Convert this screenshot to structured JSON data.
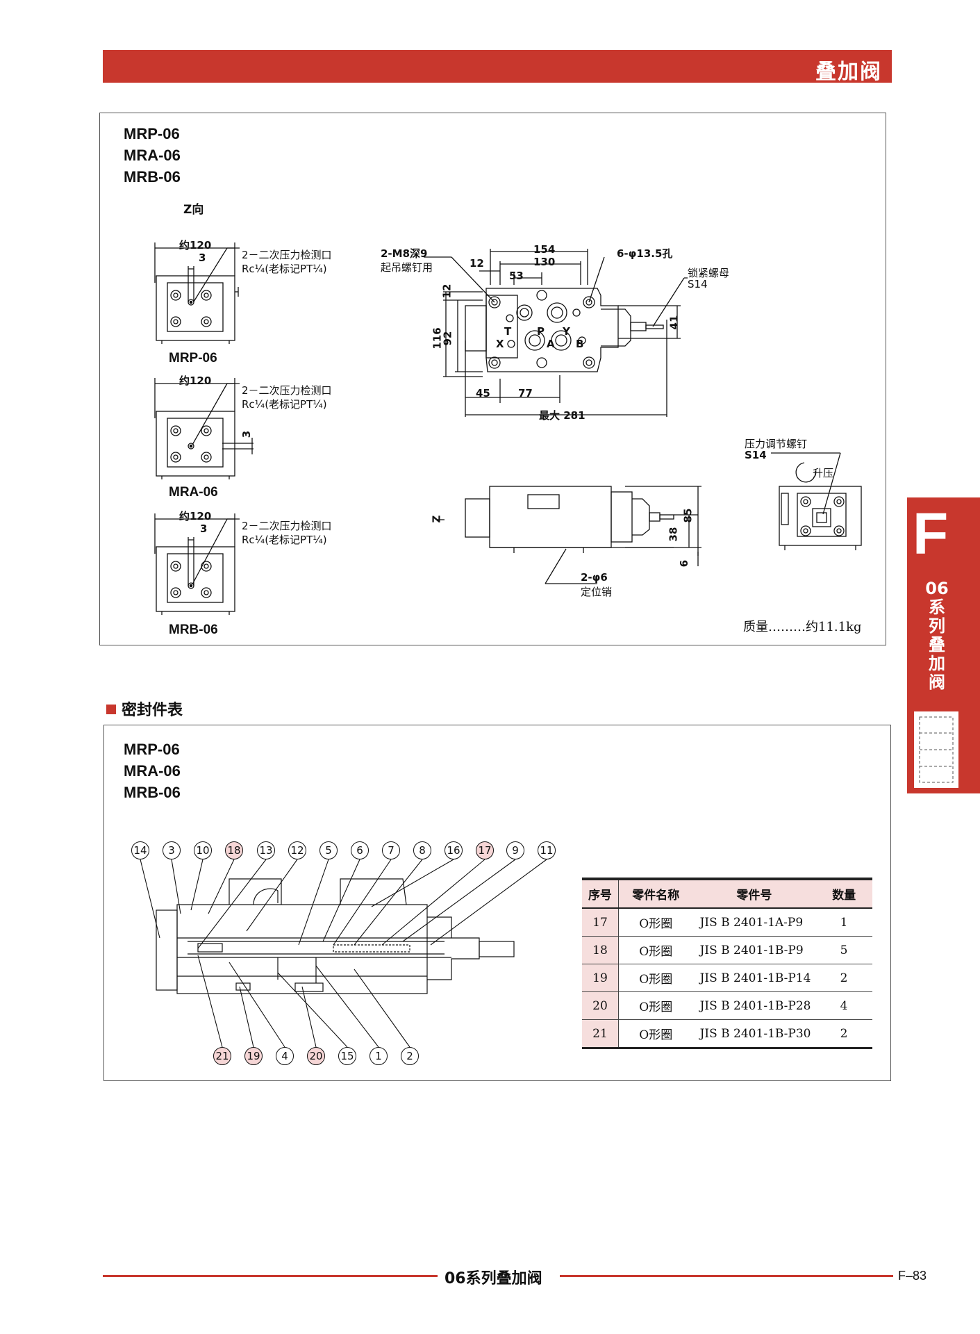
{
  "header": {
    "title": "叠加阀"
  },
  "drawing": {
    "models": [
      "MRP-06",
      "MRA-06",
      "MRB-06"
    ],
    "z_view": "Z向",
    "views": [
      {
        "model": "MRP-06",
        "width": "约120",
        "offset": "3",
        "port_label_1": "2－二次压力检测口",
        "port_label_2": "Rc¼(老标记PT¼)"
      },
      {
        "model": "MRA-06",
        "width": "约120",
        "offset": "3",
        "port_label_1": "2－二次压力检测口",
        "port_label_2": "Rc¼(老标记PT¼)"
      },
      {
        "model": "MRB-06",
        "width": "约120",
        "offset": "3",
        "port_label_1": "2－二次压力检测口",
        "port_label_2": "Rc¼(老标记PT¼)"
      }
    ],
    "top_view": {
      "bolt_label_1": "2-M8深9",
      "bolt_label_2": "起吊螺钉用",
      "dim_154": "154",
      "dim_130": "130",
      "dim_12_top": "12",
      "dim_53": "53",
      "hole_label": "6-φ13.5孔",
      "nut_label_1": "锁紧螺母",
      "nut_label_2": "S14",
      "dim_12_side": "12",
      "dim_116": "116",
      "dim_92": "92",
      "dim_41": "41",
      "dim_45": "45",
      "dim_77": "77",
      "dim_max": "最大 281",
      "ports": [
        "T",
        "P",
        "Y",
        "X",
        "A",
        "B"
      ]
    },
    "side_view": {
      "z_arrow": "Z",
      "dim_85": "85",
      "dim_38": "38",
      "dim_6": "6",
      "pin_label_1": "2-φ6",
      "pin_label_2": "定位销"
    },
    "adjust_view": {
      "screw_label": "压力调节螺钉",
      "screw_size": "S14",
      "rise_label": "升压"
    },
    "mass": "质量………约11.1kg"
  },
  "seal_section": {
    "title": "密封件表",
    "models": [
      "MRP-06",
      "MRA-06",
      "MRB-06"
    ],
    "callouts_top": [
      "14",
      "3",
      "10",
      "18",
      "13",
      "12",
      "5",
      "6",
      "7",
      "8",
      "16",
      "17",
      "9",
      "11"
    ],
    "callouts_bottom": [
      "21",
      "19",
      "4",
      "20",
      "15",
      "1",
      "2"
    ],
    "highlighted": [
      "18",
      "17",
      "21",
      "19",
      "20"
    ],
    "table": {
      "headers": [
        "序号",
        "零件名称",
        "零件号",
        "数量"
      ],
      "rows": [
        [
          "17",
          "O形圈",
          "JIS B 2401-1A-P9",
          "1"
        ],
        [
          "18",
          "O形圈",
          "JIS B 2401-1B-P9",
          "5"
        ],
        [
          "19",
          "O形圈",
          "JIS B 2401-1B-P14",
          "2"
        ],
        [
          "20",
          "O形圈",
          "JIS B 2401-1B-P28",
          "4"
        ],
        [
          "21",
          "O形圈",
          "JIS B 2401-1B-P30",
          "2"
        ]
      ]
    }
  },
  "side_tab": {
    "letter": "F",
    "text": [
      "06",
      "系",
      "列",
      "叠",
      "加",
      "阀"
    ]
  },
  "footer": {
    "title": "06系列叠加阀",
    "page": "F–83"
  },
  "colors": {
    "accent": "#c8372d",
    "table_header": "#f6dedd",
    "callout_highlight": "#f6d6d6"
  }
}
